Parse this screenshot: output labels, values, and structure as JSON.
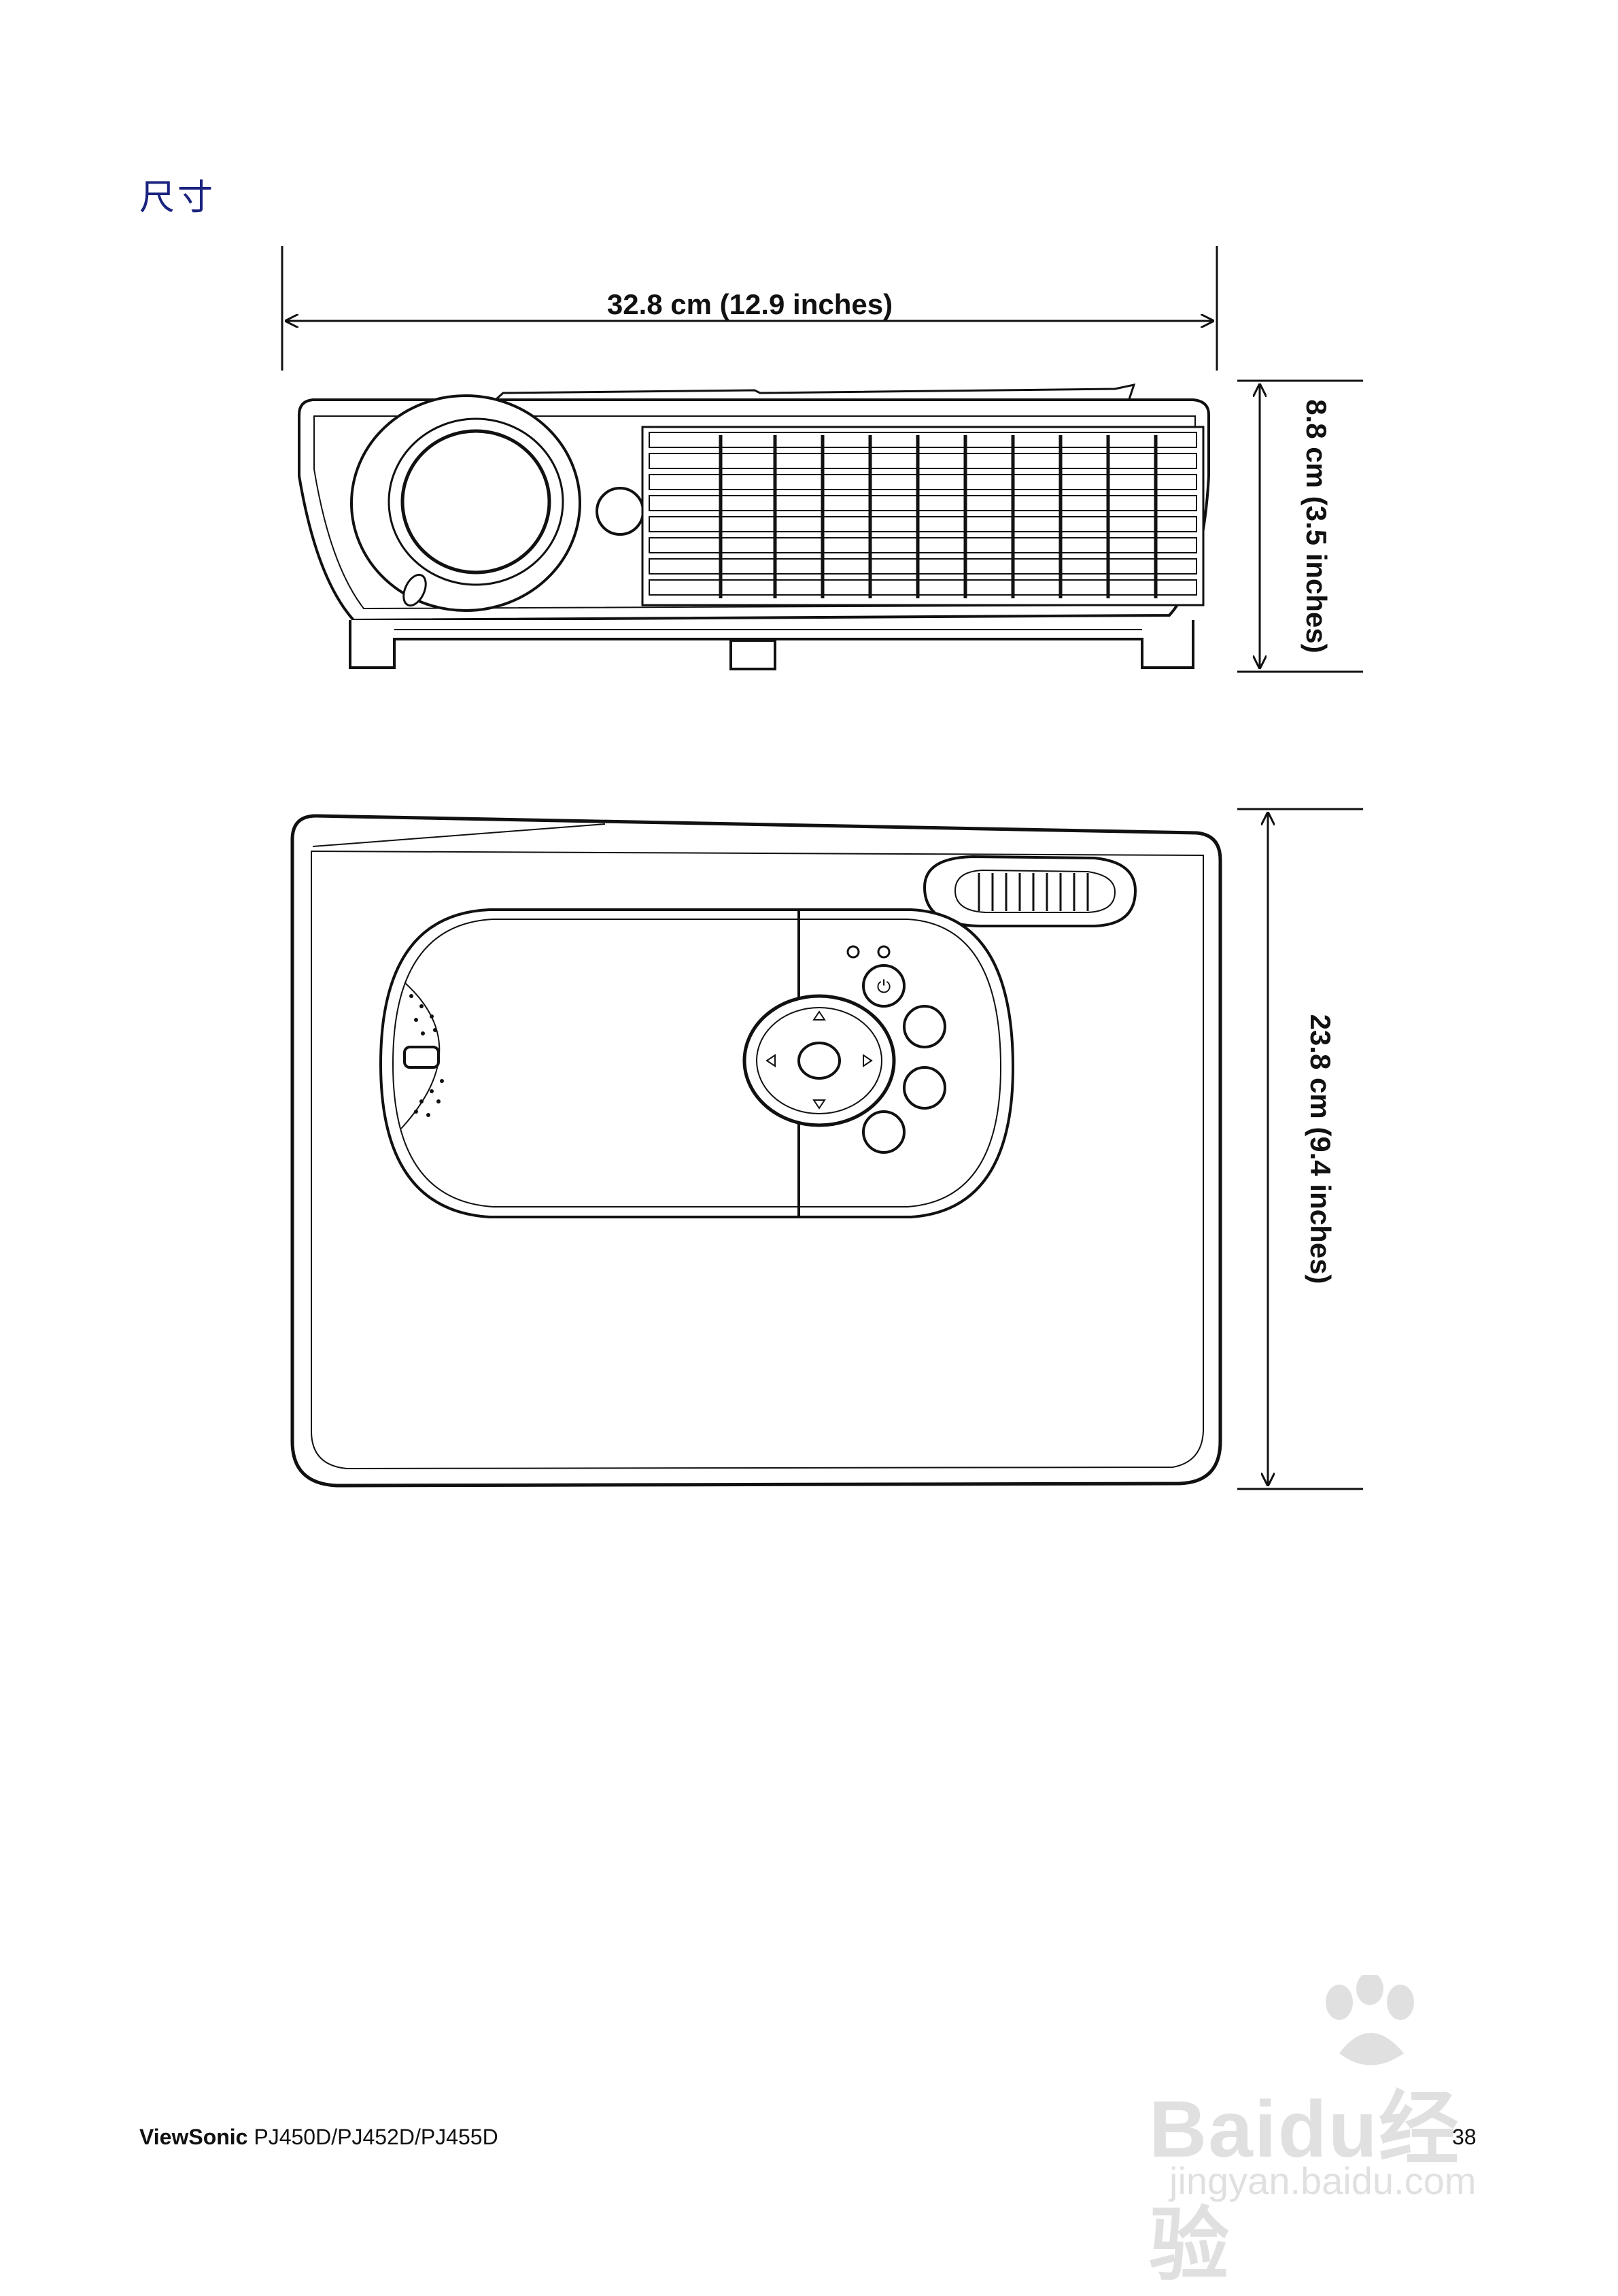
{
  "page": {
    "heading": "尺寸",
    "dimensions": {
      "width": "32.8 cm (12.9 inches)",
      "height": "8.8 cm (3.5 inches)",
      "depth": "23.8 cm (9.4 inches)"
    },
    "footer": {
      "brand": "ViewSonic",
      "models": "PJ450D/PJ452D/PJ455D",
      "page_number": "38"
    },
    "watermark": {
      "text": "Baidu经验",
      "url": "jingyan.baidu.com"
    }
  },
  "colors": {
    "heading": "#1a237e",
    "line": "#111111"
  }
}
